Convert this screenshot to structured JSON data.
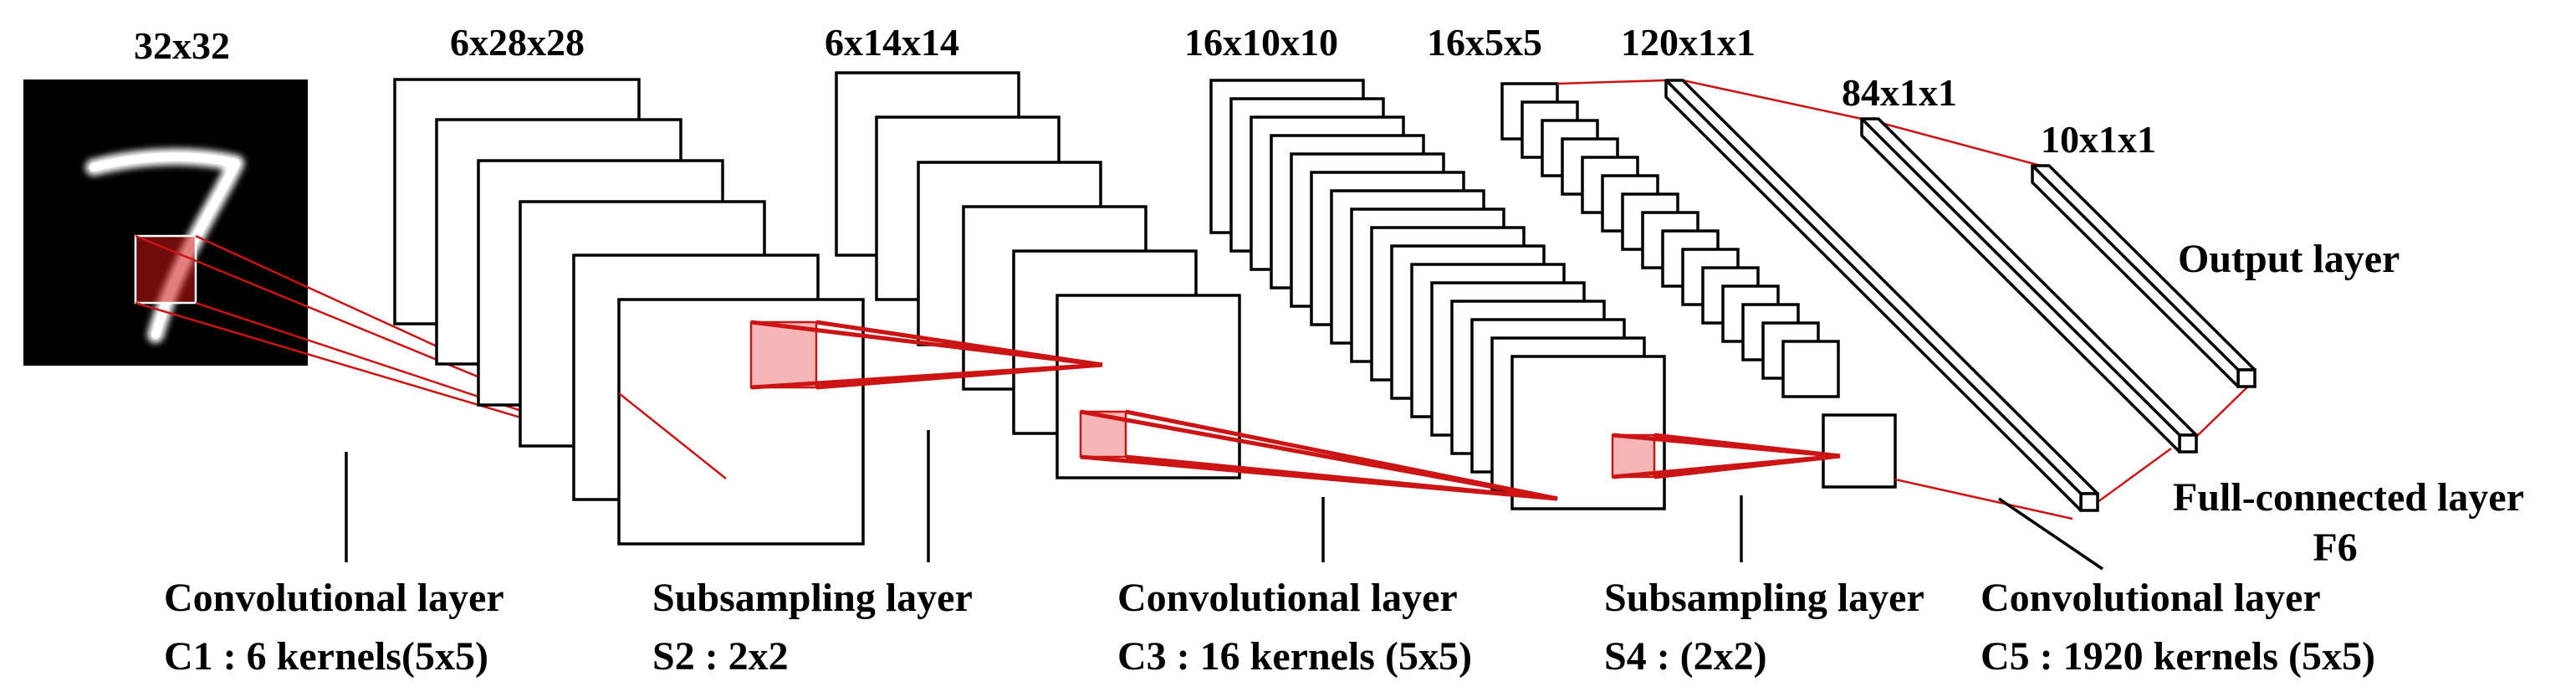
{
  "dims": {
    "input": "32x32",
    "c1": "6x28x28",
    "s2": "6x14x14",
    "c3": "16x10x10",
    "s4": "16x5x5",
    "c5": "120x1x1",
    "f6": "84x1x1",
    "out": "10x1x1"
  },
  "captions": {
    "c1_title": "Convolutional layer",
    "c1_detail": "C1 : 6 kernels(5x5)",
    "s2_title": "Subsampling layer",
    "s2_detail": "S2 : 2x2",
    "c3_title": "Convolutional layer",
    "c3_detail": "C3 : 16 kernels (5x5)",
    "s4_title": "Subsampling layer",
    "s4_detail": "S4 : (2x2)",
    "c5_title": "Convolutional layer",
    "c5_detail": "C5 : 1920 kernels (5x5)",
    "f6_title": "Full-connected layer",
    "f6_detail": "F6",
    "out_title": "Output layer"
  },
  "colors": {
    "connection": "#cc1414",
    "patch": "#f4b6b6",
    "input_background": "#000000",
    "digit": "#ffffff"
  },
  "icons": {
    "input_image": "handwritten-digit-seven"
  }
}
